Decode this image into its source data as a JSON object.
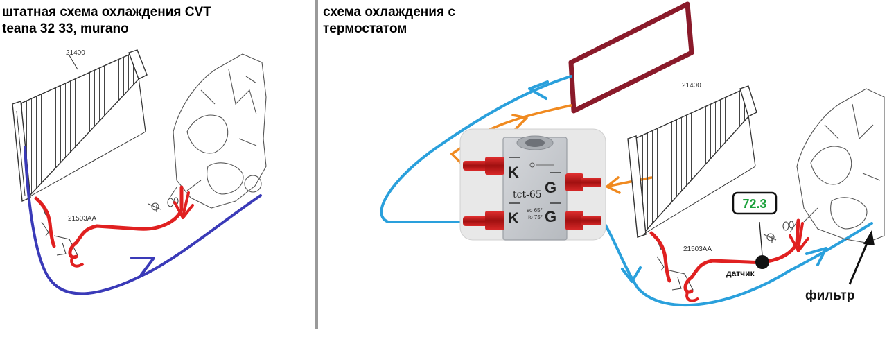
{
  "left": {
    "title_line1": "штатная схема охлаждения CVT",
    "title_line2": "teana 32 33, murano",
    "part_radiator": "21400",
    "part_hose": "21503AA"
  },
  "right": {
    "title_line1": "схема охлаждения с",
    "title_line2": "термостатом",
    "part_radiator": "21400",
    "part_hose": "21503AA",
    "temperature_display": "72.3",
    "sensor_label": "датчик",
    "filter_label": "фильтр",
    "thermostat": {
      "model": "tct-65",
      "port_top_left": "K",
      "port_top_right": "G",
      "port_bottom_left": "K",
      "port_bottom_right": "G",
      "range_line1": "so 65°",
      "range_line2": "fo 75°"
    }
  },
  "colors": {
    "hot_flow": "#e02020",
    "cold_flow_left": "#3a3ab8",
    "cold_flow_right": "#2aa0dc",
    "bypass_flow": "#f08a20",
    "extra_cooler": "#8a1a2a",
    "display_value": "#1aa03a"
  }
}
